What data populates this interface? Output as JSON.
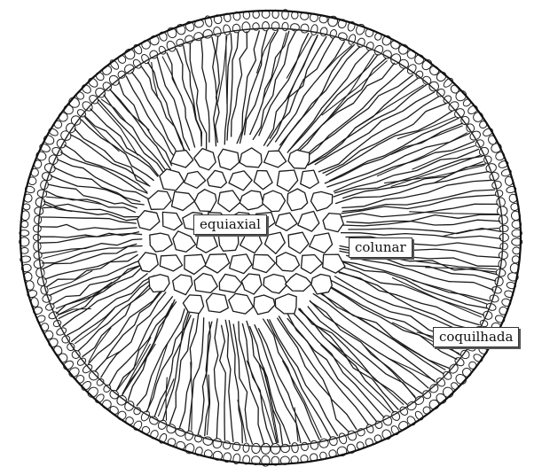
{
  "labels": {
    "equiaxial": "equiaxial",
    "colunar": "colunar",
    "coquilhada": "coquilhada"
  }
}
